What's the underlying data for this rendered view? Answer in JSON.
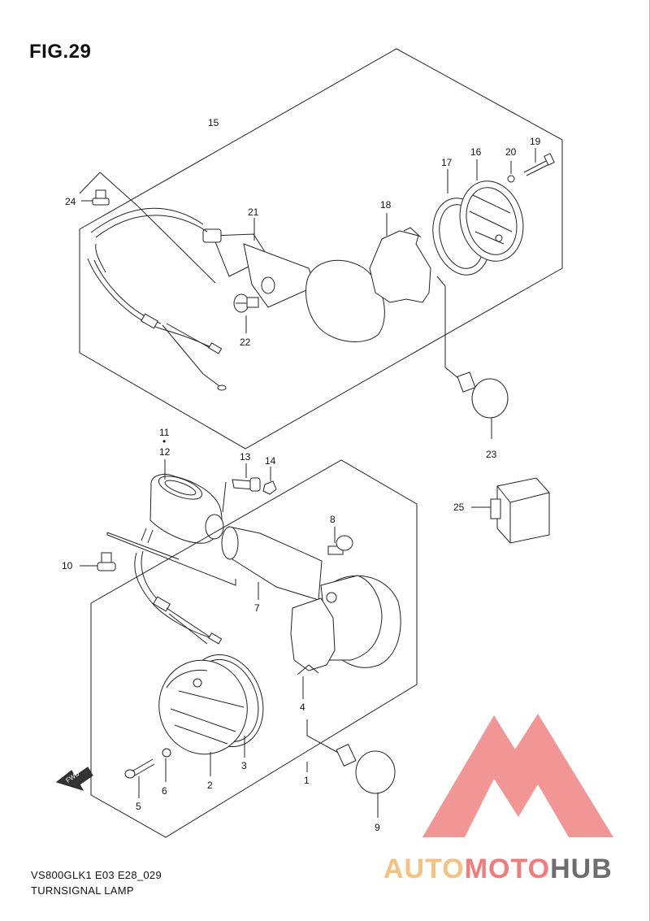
{
  "figure": {
    "title": "FIG.29"
  },
  "footer": {
    "code": "VS800GLK1 E03 E28_029",
    "name": "TURNSIGNAL LAMP"
  },
  "direction_tag": "FWD",
  "watermark": {
    "part1": "AUTO",
    "part2": "MOTO",
    "part3": "HUB",
    "colors": [
      "#f5c080",
      "#f07c7c",
      "#6e6e6e"
    ]
  },
  "callouts": {
    "c1": "1",
    "c2": "2",
    "c3": "3",
    "c4": "4",
    "c5": "5",
    "c6": "6",
    "c7": "7",
    "c8": "8",
    "c9": "9",
    "c10": "10",
    "c11": "11",
    "c12": "12",
    "c13": "13",
    "c14": "14",
    "c15": "15",
    "c16": "16",
    "c17": "17",
    "c18": "18",
    "c19": "19",
    "c20": "20",
    "c21": "21",
    "c22": "22",
    "c23": "23",
    "c24": "24",
    "c25": "25",
    "dot": "•"
  }
}
